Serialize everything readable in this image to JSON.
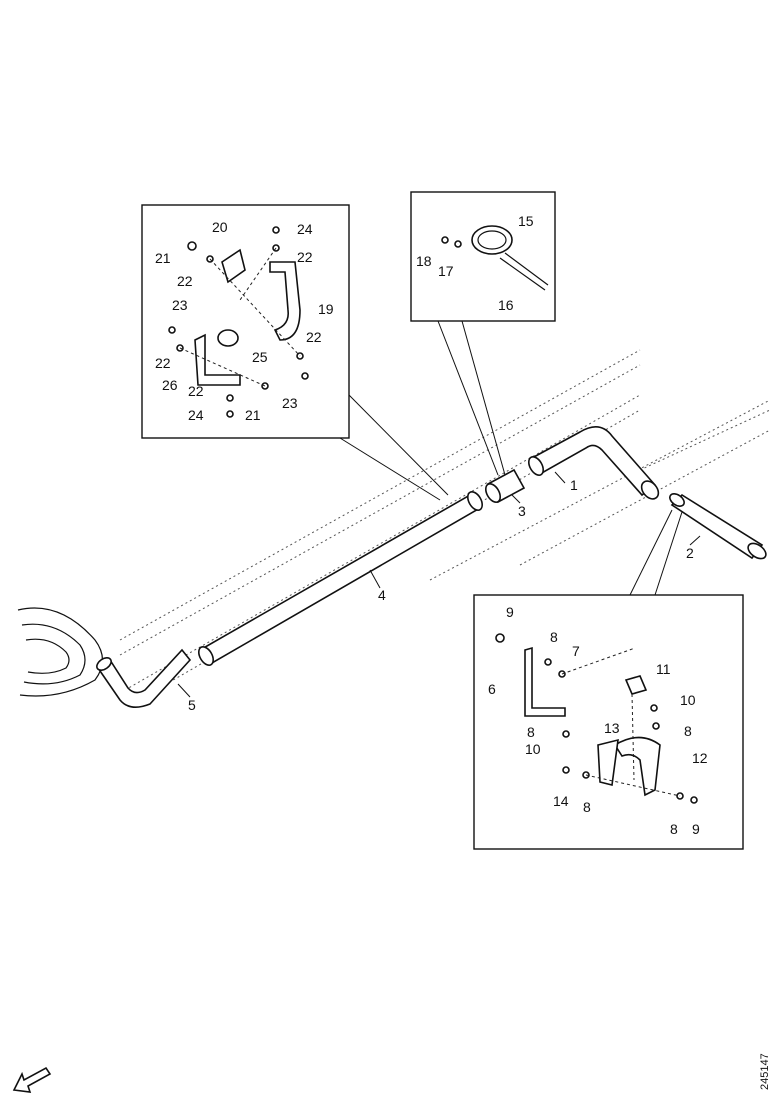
{
  "diagram_id": "245147",
  "callouts": {
    "c1": "1",
    "c2": "2",
    "c3": "3",
    "c4": "4",
    "c5": "5",
    "c6": "6",
    "c7": "7",
    "c8": "8",
    "c9": "9",
    "c10": "10",
    "c11": "11",
    "c12": "12",
    "c13": "13",
    "c14": "14",
    "c15": "15",
    "c16": "16",
    "c17": "17",
    "c18": "18",
    "c19": "19",
    "c20": "20",
    "c21": "21",
    "c22": "22",
    "c23": "23",
    "c24": "24",
    "c25": "25",
    "c26": "26"
  }
}
